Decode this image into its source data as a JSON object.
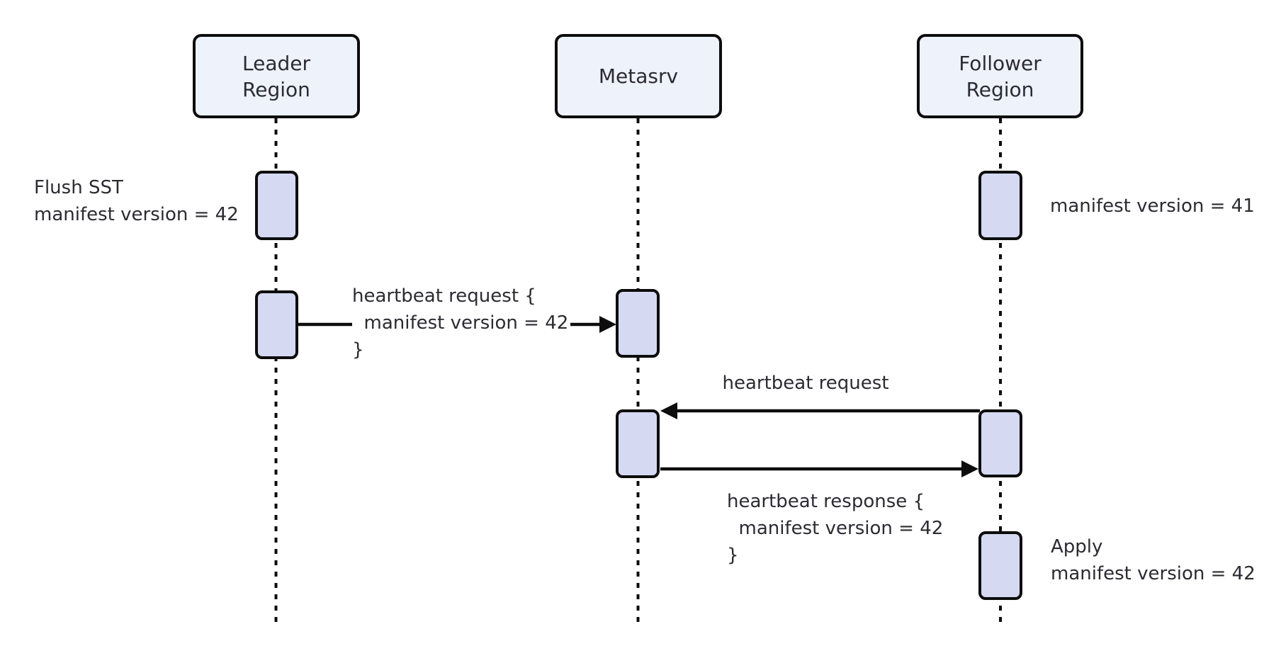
{
  "diagram": {
    "type": "sequence-diagram",
    "background": "#ffffff",
    "colors": {
      "participant_fill": "#eef2fb",
      "activation_fill": "#d6d9f2",
      "stroke": "#0d0d0d",
      "text": "#2b2b33"
    },
    "participants": [
      {
        "id": "leader-region",
        "label": "Leader\nRegion"
      },
      {
        "id": "metasrv",
        "label": "Metasrv"
      },
      {
        "id": "follower-region",
        "label": "Follower\nRegion"
      }
    ],
    "notes": [
      {
        "id": "flush-sst",
        "attached_to": "leader-region",
        "text": "Flush SST\nmanifest version = 42"
      },
      {
        "id": "manifest-41",
        "attached_to": "follower-region",
        "text": "manifest version = 41"
      },
      {
        "id": "apply",
        "attached_to": "follower-region",
        "text": "Apply\nmanifest version = 42"
      }
    ],
    "messages": [
      {
        "id": "heartbeat-request-leader",
        "from": "leader-region",
        "to": "metasrv",
        "label": "heartbeat request {\n  manifest version = 42\n}"
      },
      {
        "id": "heartbeat-request-follower",
        "from": "follower-region",
        "to": "metasrv",
        "label": "heartbeat request"
      },
      {
        "id": "heartbeat-response",
        "from": "metasrv",
        "to": "follower-region",
        "label": "heartbeat response {\n  manifest version = 42\n}"
      }
    ]
  }
}
